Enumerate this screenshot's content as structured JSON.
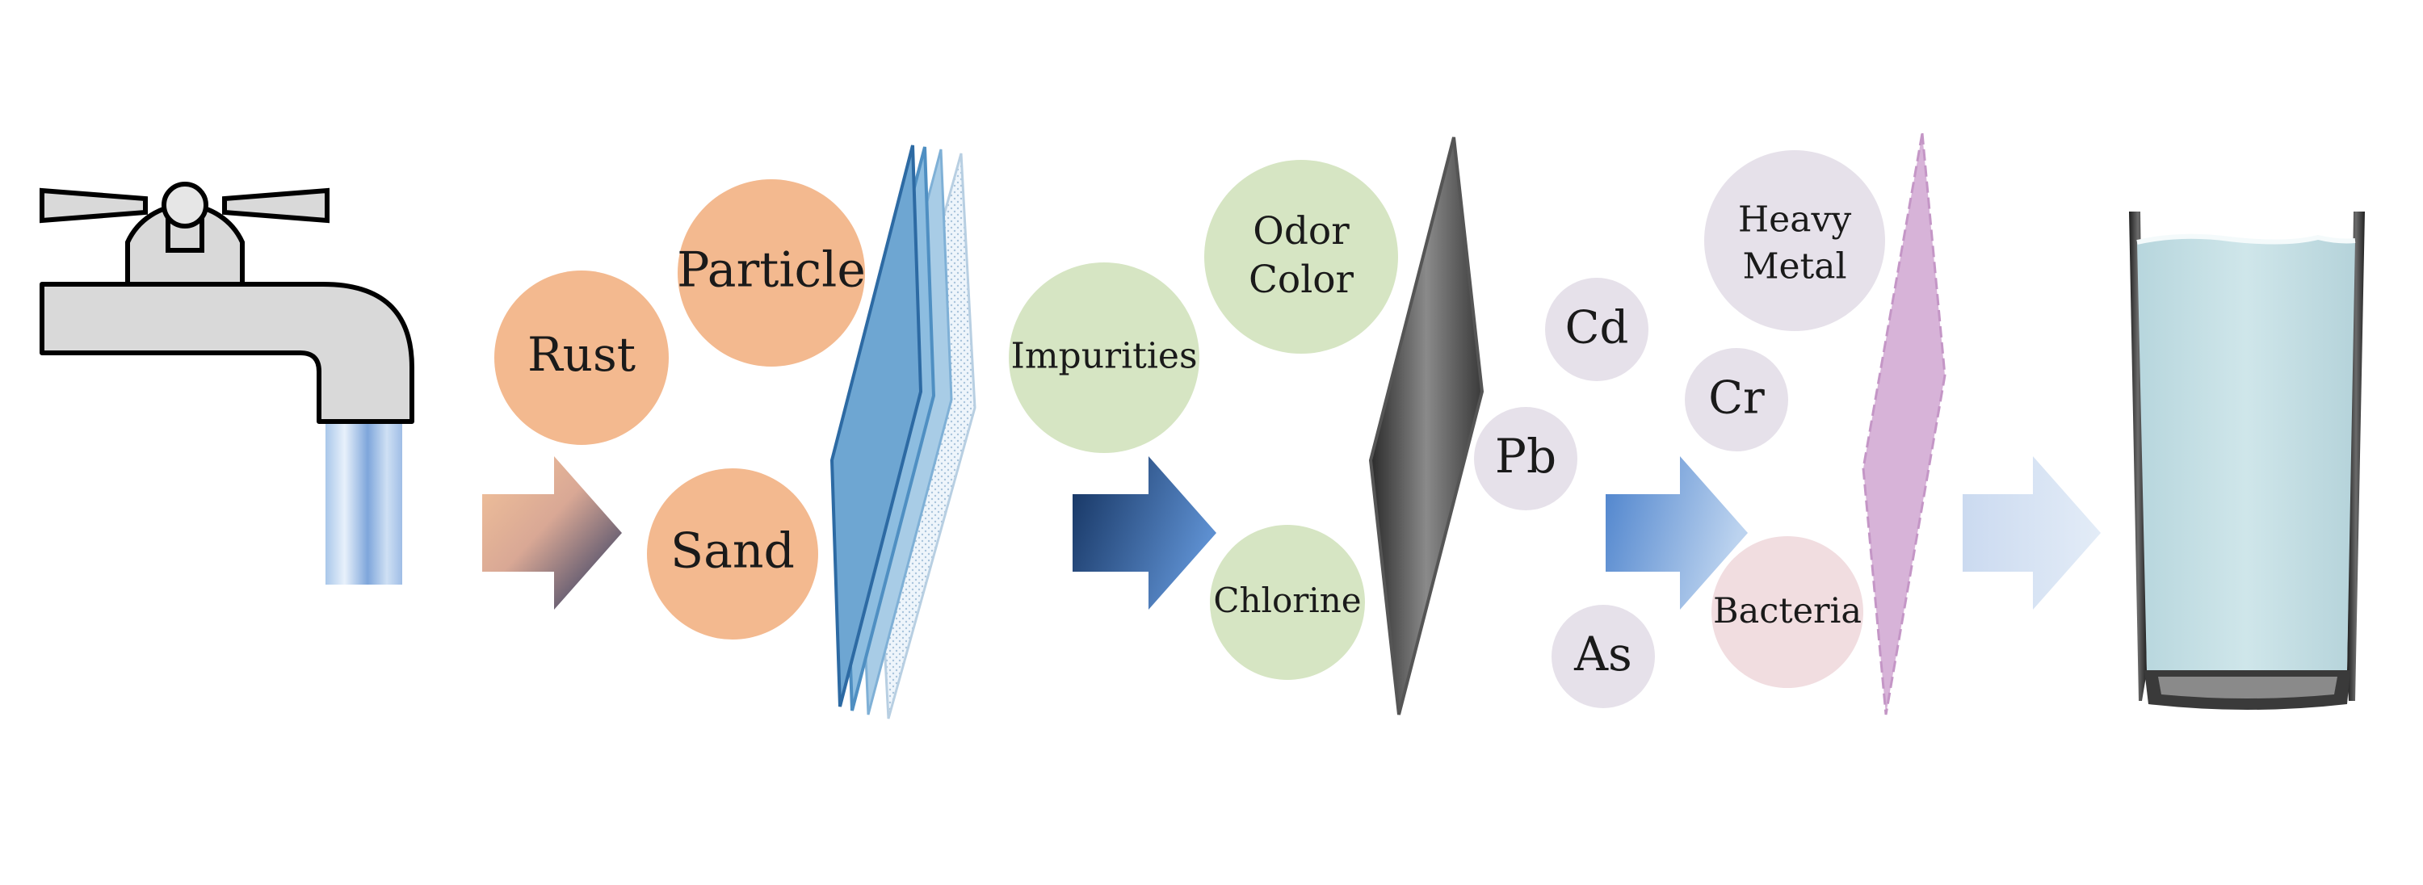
{
  "stage1": {
    "contaminants": [
      "Rust",
      "Particle",
      "Sand"
    ]
  },
  "stage2": {
    "contaminants": [
      "Impurities",
      "Odor",
      "Color",
      "Chlorine"
    ]
  },
  "stage3": {
    "contaminants": [
      "Heavy",
      "Metal",
      "Cd",
      "Cr",
      "Pb",
      "As",
      "Bacteria"
    ]
  },
  "colors": {
    "sediment": "#f3b98f",
    "carbon": "#d6e5c3",
    "metal": "#e6e1ea",
    "bacteria": "#f1dde0",
    "water": "#c8e2e7",
    "faucet": "#d9d9d9",
    "membrane": "#d7b3d8"
  }
}
